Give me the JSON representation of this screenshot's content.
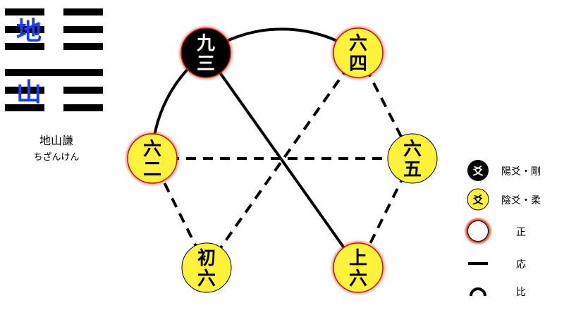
{
  "hexagram": {
    "upper_char": "地",
    "lower_char": "山",
    "name": "地山謙",
    "reading": "ちざんけん",
    "char_color": "#1a3cff",
    "lines_bottom_to_top": [
      "yin",
      "yin",
      "yang",
      "yin",
      "yin",
      "yin"
    ]
  },
  "nodes": [
    {
      "id": "n3",
      "top": "九",
      "bottom": "三",
      "yang": true,
      "correct": true
    },
    {
      "id": "n4",
      "top": "六",
      "bottom": "四",
      "yang": false,
      "correct": true
    },
    {
      "id": "n2",
      "top": "六",
      "bottom": "二",
      "yang": false,
      "correct": true
    },
    {
      "id": "n5",
      "top": "六",
      "bottom": "五",
      "yang": false,
      "correct": false
    },
    {
      "id": "n1",
      "top": "初",
      "bottom": "六",
      "yang": false,
      "correct": false
    },
    {
      "id": "n6",
      "top": "上",
      "bottom": "六",
      "yang": false,
      "correct": true
    }
  ],
  "relations": [
    {
      "from": "n3",
      "to": "n6",
      "kind": "ying"
    },
    {
      "from": "n2",
      "to": "n3",
      "kind": "bi"
    },
    {
      "from": "n3",
      "to": "n4",
      "kind": "bi"
    },
    {
      "from": "n1",
      "to": "n4",
      "kind": "none"
    },
    {
      "from": "n2",
      "to": "n5",
      "kind": "none"
    },
    {
      "from": "n4",
      "to": "n5",
      "kind": "none"
    },
    {
      "from": "n5",
      "to": "n6",
      "kind": "none"
    },
    {
      "from": "n1",
      "to": "n2",
      "kind": "none"
    }
  ],
  "legend": {
    "yang_symbol": "爻",
    "yang_label": "陽爻・剛",
    "yin_symbol": "爻",
    "yin_label": "陰爻・柔",
    "correct_label": "正",
    "ying_label": "応",
    "bi_label": "比"
  },
  "colors": {
    "yin_fill": "#fff23a",
    "yang_fill": "#000000",
    "correct_glow": "#e53a1c",
    "line": "#000000"
  }
}
